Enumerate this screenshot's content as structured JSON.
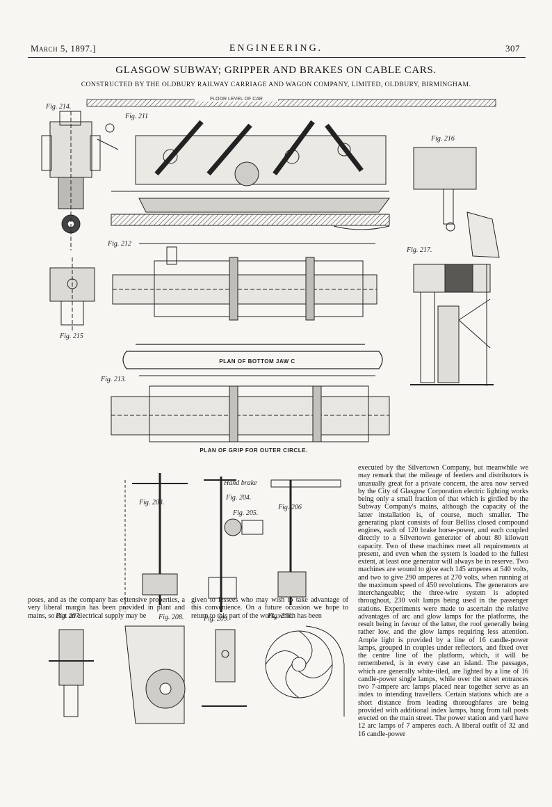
{
  "header": {
    "date": "March 5, 1897.]",
    "journal": "ENGINEERING.",
    "page_number": "307"
  },
  "title": "GLASGOW SUBWAY; GRIPPER AND BRAKES ON CABLE CARS.",
  "subtitle": "CONSTRUCTED BY THE OLDBURY RAILWAY CARRIAGE AND WAGON COMPANY, LIMITED, OLDBURY, BIRMINGHAM.",
  "figures": {
    "floor_level": "FLOOR LEVEL OF CAR",
    "fig214": "Fig. 214.",
    "fig211": "Fig. 211",
    "fig212": "Fig. 212",
    "fig213": "Fig. 213.",
    "fig215": "Fig. 215",
    "fig216": "Fig. 216",
    "fig217": "Fig. 217.",
    "fig203": "Fig. 203.",
    "fig204": "Fig. 204.",
    "fig205": "Fig. 205.",
    "fig206": "Fig. 206",
    "fig207": "Fig. 207.",
    "fig208": "Fig. 208.",
    "fig209": "Fig. 209.",
    "fig210": "Fig. 210.",
    "caption_bottom_jaw": "PLAN OF BOTTOM JAW C",
    "caption_grip": "PLAN OF GRIP FOR OUTER CIRCLE.",
    "hand_brake": "Hand brake"
  },
  "text": {
    "right_column": "executed by the Silvertown Company, but meanwhile we may remark that the mileage of feeders and distributors is unusually great for a private concern, the area now served by the City of Glasgow Corporation electric lighting works being only a small fraction of that which is girdled by the Subway Company's mains, although the capacity of the latter installation is, of course, much smaller. The generating plant consists of four Belliss closed compound engines, each of 120 brake horse-power, and each coupled directly to a Silvertown generator of about 80 kilowatt capacity. Two of these machines meet all requirements at present, and even when the system is loaded to the fullest extent, at least one generator will always be in reserve. Two machines are wound to give each 145 amperes at 540 volts, and two to give 290 amperes at 270 volts, when running at the maximum speed of 450 revolutions. The generators are interchangeable; the three-wire system is adopted throughout, 230 volt lamps being used in the passenger stations. Experiments were made to ascertain the relative advantages of arc and glow lamps for the platforms, the result being in favour of the latter, the roof generally being rather low, and the glow lamps requiring less attention. Ample light is provided by a line of 16 candle-power lamps, grouped in couples under reflectors, and fixed over the centre line of the platform, which, it will be remembered, is in every case an island. The passages, which are generally white-tiled, are lighted by a line of 16 candle-power single lamps, while over the street entrances two 7-ampere arc lamps placed near together serve as an index to intending travellers. Certain stations which are a short distance from leading thoroughfares are being provided with additional index lamps, hung from tall posts erected on the main street. The power station and yard have 12 arc lamps of 7 amperes each. A liberal outfit of 32 and 16 candle-power",
    "left_column": "poses, and as the company has extensive properties, a very liberal margin has been provided in plant and mains, so that an electrical supply may be",
    "middle_column": "given to lessees who may wish to take advantage of this convenience. On a future occasion we hope to return to this part of the work, which has been"
  },
  "colors": {
    "ink": "#151515",
    "paper": "#f7f6f3"
  }
}
